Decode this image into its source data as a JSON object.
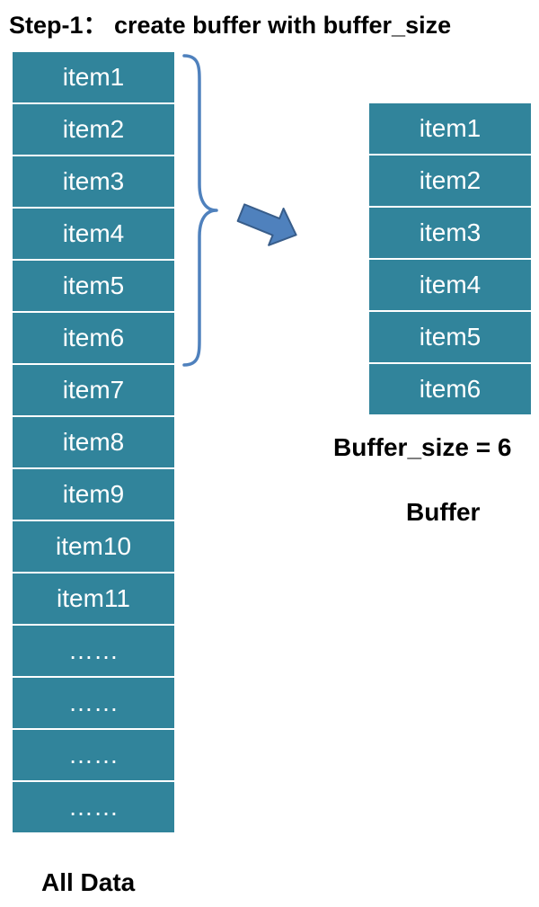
{
  "title": "Step-1：  create buffer with buffer_size",
  "all_data": {
    "items": [
      "item1",
      "item2",
      "item3",
      "item4",
      "item5",
      "item6",
      "item7",
      "item8",
      "item9",
      "item10",
      "item11",
      "……",
      "……",
      "……",
      "……"
    ],
    "label": "All Data"
  },
  "buffer": {
    "items": [
      "item1",
      "item2",
      "item3",
      "item4",
      "item5",
      "item6"
    ],
    "size_label": "Buffer_size = 6",
    "label": "Buffer"
  },
  "colors": {
    "cell_fill": "#31849b",
    "cell_text": "#ffffff",
    "brace": "#4f81bd",
    "arrow_fill": "#4f81bd",
    "arrow_stroke": "#385d8a"
  },
  "icons": {
    "arrow": "right-arrow-icon",
    "brace": "right-curly-brace"
  }
}
